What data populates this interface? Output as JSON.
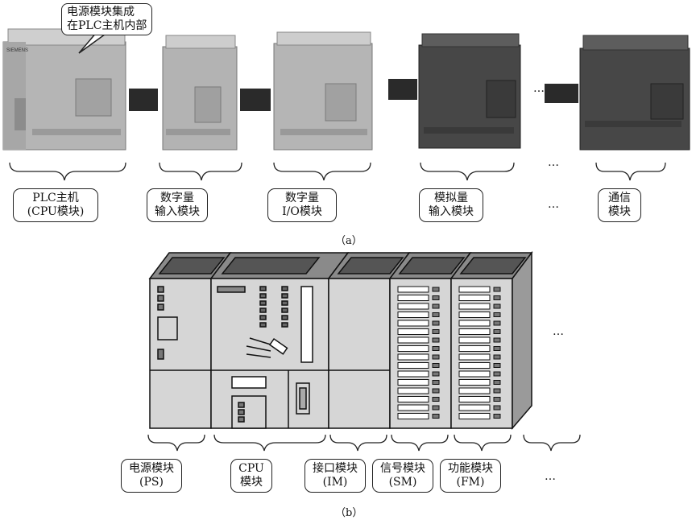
{
  "callout": {
    "line1": "电源模块集成",
    "line2": "在PLC主机内部"
  },
  "brand": "SIEMENS",
  "top_labels": [
    {
      "line1": "PLC主机",
      "line2": "(CPU模块)"
    },
    {
      "line1": "数字量",
      "line2": "输入模块"
    },
    {
      "line1": "数字量",
      "line2": "I/O模块"
    },
    {
      "line1": "模拟量",
      "line2": "输入模块"
    },
    {
      "line1": "通信",
      "line2": "模块"
    }
  ],
  "top_caption": "（a）",
  "bottom_labels": [
    {
      "line1": "电源模块",
      "line2": "(PS)"
    },
    {
      "line1": "CPU",
      "line2": "模块"
    },
    {
      "line1": "接口模块",
      "line2": "(IM)"
    },
    {
      "line1": "信号模块",
      "line2": "(SM)"
    },
    {
      "line1": "功能模块",
      "line2": "(FM)"
    }
  ],
  "bottom_caption": "（b）",
  "ellipsis": "…",
  "ellipsis_wide": "…",
  "colors": {
    "module_light": "#b9b9b9",
    "module_dark": "#4a4a4a",
    "rack_face": "#d6d6d6",
    "rack_top": "#8a8a8a",
    "outline": "#111111"
  }
}
